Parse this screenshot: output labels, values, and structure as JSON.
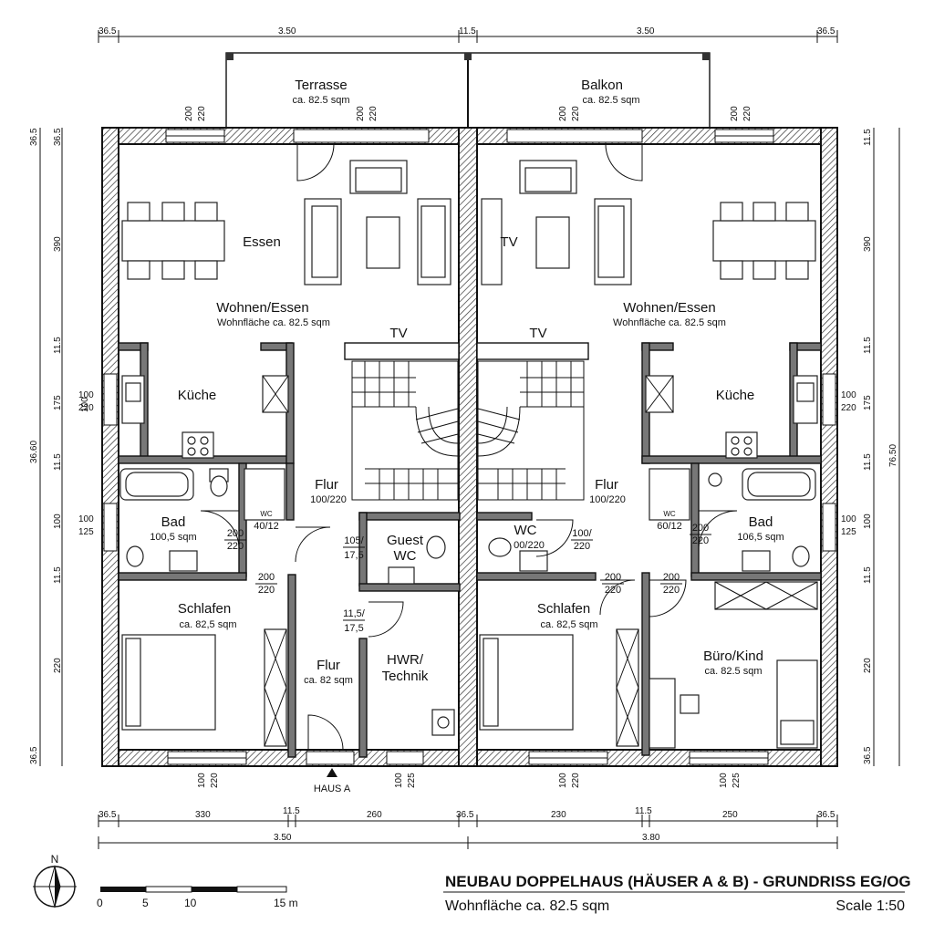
{
  "title": "NEUBAU DOPPELHAUS (HÄUSER A & B) - GRUNDRISS EG/OG",
  "subtitle": "Wohnfläche ca. 82.5 sqm",
  "scale_label": "Scale 1:50",
  "north_label": "N",
  "entrance_label": "HAUS A",
  "scale_bar": [
    "0",
    "5",
    "10",
    "15 m"
  ],
  "rooms": {
    "terrasse": {
      "name": "Terrasse",
      "area": "ca. 82.5 sqm"
    },
    "balkon": {
      "name": "Balkon",
      "area": "ca. 82.5 sqm"
    },
    "essen": {
      "name": "Essen"
    },
    "tv_top_right": "TV",
    "tv_left": "TV",
    "tv_right": "TV",
    "wohnen_left": {
      "name": "Wohnen/Essen",
      "area": "Wohnfläche ca. 82.5 sqm"
    },
    "wohnen_right": {
      "name": "Wohnen/Essen",
      "area": "Wohnfläche ca. 82.5 sqm"
    },
    "kueche_left": "Küche",
    "kueche_right": "Küche",
    "flur_left": {
      "name": "Flur",
      "size": "100/220"
    },
    "flur_right": {
      "name": "Flur",
      "size": "100/220"
    },
    "bad_left": {
      "name": "Bad",
      "area": "100,5 sqm"
    },
    "bad_right": {
      "name": "Bad",
      "area": "106,5 sqm"
    },
    "wc_left": {
      "name": "WC",
      "size": "40/12"
    },
    "wc_right_small": {
      "name": "WC",
      "size": "60/12"
    },
    "wc_right": {
      "name": "WC",
      "size": "00/220"
    },
    "guest_wc": {
      "name": "Guest",
      "name2": "WC"
    },
    "schlafen_left": {
      "name": "Schlafen",
      "area": "ca. 82,5 sqm"
    },
    "schlafen_right": {
      "name": "Schlafen",
      "area": "ca. 82,5 sqm"
    },
    "flur_lower": {
      "name": "Flur",
      "area": "ca. 82 sqm"
    },
    "hwr": {
      "name": "HWR/",
      "name2": "Technik"
    },
    "buero": {
      "name": "Büro/Kind",
      "area": "ca. 82.5 sqm"
    }
  },
  "dimensions": {
    "top": [
      "36.5",
      "3.50",
      "11.5",
      "3.50",
      "36.5"
    ],
    "bottom_row1": [
      "36.5",
      "330",
      "11.5",
      "260",
      "36.5",
      "230",
      "11.5",
      "250",
      "36.5"
    ],
    "bottom_row2": [
      "3.50",
      "3.80"
    ],
    "left_outer": [
      "36.5",
      "390",
      "11.5",
      "175",
      "11.5",
      "100",
      "11.5",
      "220",
      "36.5"
    ],
    "left_total": "36.60",
    "right_outer": [
      "11.5",
      "390",
      "11.5",
      "175",
      "11.5",
      "100",
      "11.5",
      "220",
      "36.5"
    ],
    "right_total": "76.50",
    "windows_top": [
      "200",
      "220",
      "200",
      "220",
      "200",
      "220",
      "200",
      "220"
    ],
    "windows_left": [
      "100",
      "220",
      "100",
      "125"
    ],
    "windows_right": [
      "100",
      "220",
      "100",
      "125"
    ],
    "windows_bottom": [
      "100",
      "220",
      "100",
      "225",
      "100",
      "220",
      "100",
      "225"
    ],
    "doors": [
      "200",
      "220",
      "200",
      "220",
      "105/",
      "17,5",
      "11,5/",
      "17,5",
      "100/",
      "220",
      "200",
      "220",
      "200",
      "220",
      "200",
      "220",
      "200",
      "220"
    ]
  }
}
